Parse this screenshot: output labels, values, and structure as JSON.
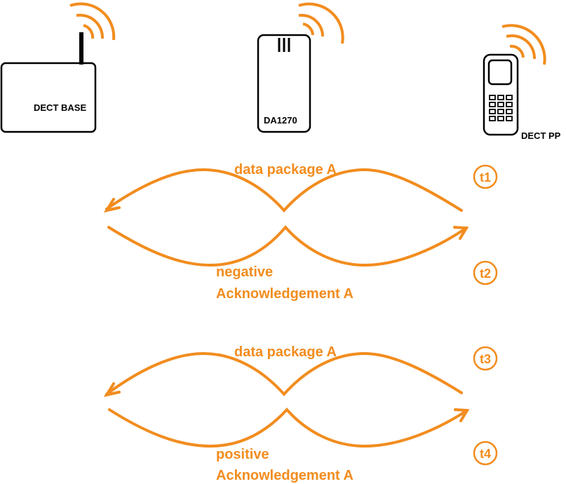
{
  "devices": {
    "base": "DECT BASE",
    "da": "DA1270",
    "pp": "DECT PP"
  },
  "messages": [
    {
      "label_lines": [
        "data package A"
      ],
      "time": "t1"
    },
    {
      "label_lines": [
        "negative",
        "Acknowledgement A"
      ],
      "time": "t2"
    },
    {
      "label_lines": [
        "data package A"
      ],
      "time": "t3"
    },
    {
      "label_lines": [
        "positive",
        "Acknowledgement A"
      ],
      "time": "t4"
    }
  ],
  "colors": {
    "accent": "#F28C1E",
    "outline": "#000000"
  }
}
